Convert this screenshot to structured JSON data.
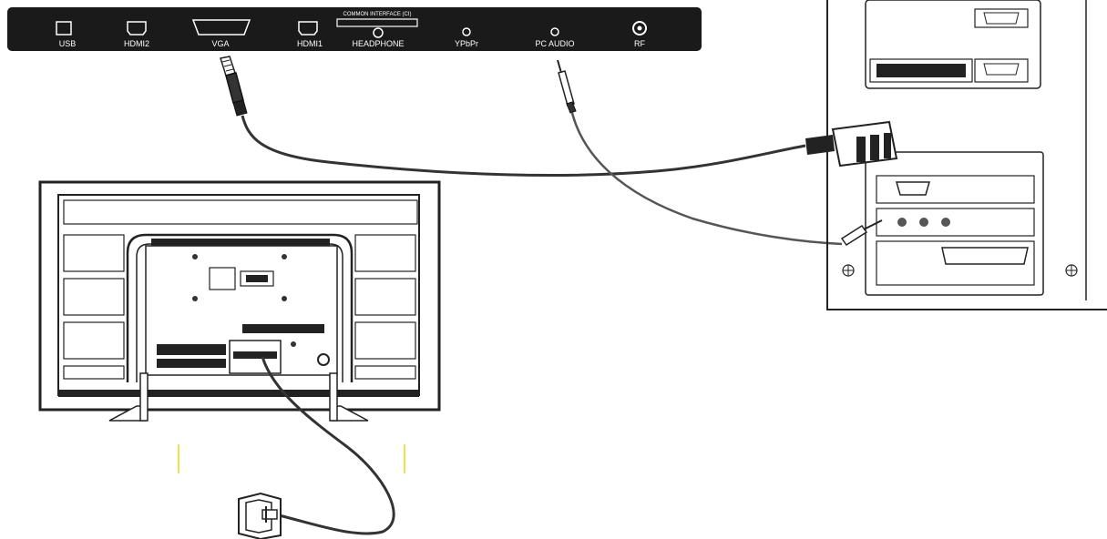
{
  "panel": {
    "ports": [
      {
        "label": "USB"
      },
      {
        "label": "HDMI2"
      },
      {
        "label": "VGA"
      },
      {
        "label": "HDMI1"
      },
      {
        "label": "HEADPHONE"
      },
      {
        "label": "YPbPr"
      },
      {
        "label": "PC AUDIO"
      },
      {
        "label": "RF"
      }
    ],
    "ci_label": "COMMON INTERFACE (CI)"
  },
  "devices": {
    "tv": {
      "icon": "tv-rear-icon"
    },
    "pc": {
      "icon": "pc-tower-icon"
    },
    "outlet": {
      "icon": "power-outlet-icon"
    }
  },
  "cables": [
    {
      "name": "vga-cable"
    },
    {
      "name": "audio-cable"
    },
    {
      "name": "power-cable"
    }
  ],
  "colors": {
    "panel": "#1a1a1a",
    "line": "#222222",
    "accent": "#f2e14a"
  }
}
